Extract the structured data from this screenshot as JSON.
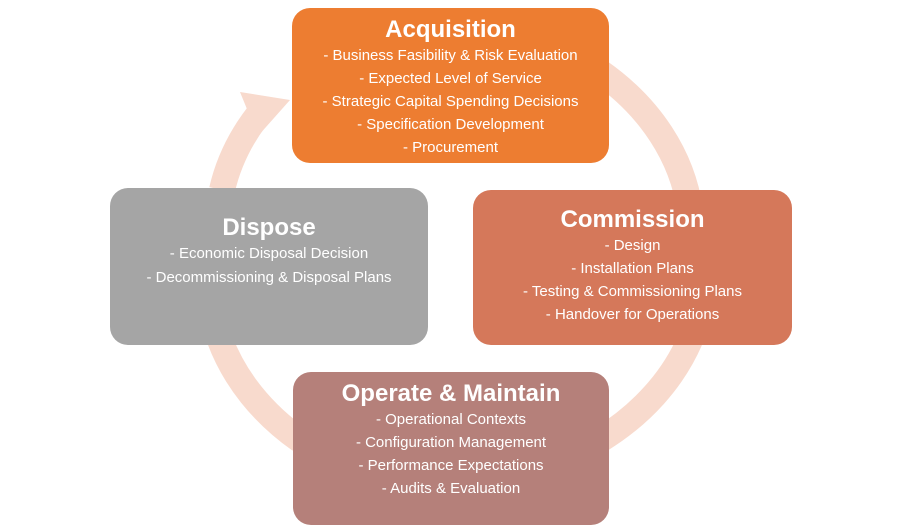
{
  "colors": {
    "ring": "#f8dacd",
    "acquisition": "#ed7d31",
    "commission": "#d5785a",
    "dispose": "#a5a5a5",
    "operate": "#b5807a"
  },
  "stages": {
    "acquisition": {
      "title": "Acquisition",
      "items": [
        "- Business Fasibility & Risk Evaluation",
        "- Expected Level of Service",
        "- Strategic Capital Spending Decisions",
        "- Specification Development",
        "- Procurement"
      ]
    },
    "commission": {
      "title": "Commission",
      "items": [
        "- Design",
        "- Installation Plans",
        "- Testing & Commissioning Plans",
        "- Handover for Operations"
      ]
    },
    "operate": {
      "title": "Operate & Maintain",
      "items": [
        "- Operational Contexts",
        "- Configuration Management",
        "- Performance Expectations",
        "- Audits & Evaluation"
      ]
    },
    "dispose": {
      "title": "Dispose",
      "items": [
        "- Economic Disposal Decision",
        "- Decommissioning & Disposal Plans"
      ]
    }
  }
}
